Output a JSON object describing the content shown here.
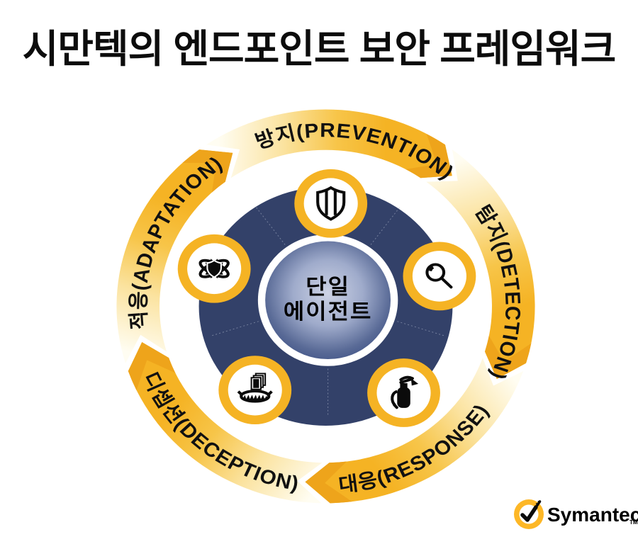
{
  "title": "시만텍의 엔드포인트 보안 프레임워크",
  "diagram": {
    "center_label": {
      "line1": "단일",
      "line2": "에이전트"
    },
    "segments": [
      {
        "id": "prevention",
        "label": "방지(PREVENTION)",
        "icon": "shield-icon"
      },
      {
        "id": "detection",
        "label": "탐지(DETECTION)",
        "icon": "magnifier-icon"
      },
      {
        "id": "response",
        "label": "대응(RESPONSE)",
        "icon": "fire-extinguisher-icon"
      },
      {
        "id": "deception",
        "label": "디셉션(DECEPTION)",
        "icon": "trap-documents-icon"
      },
      {
        "id": "adaptation",
        "label": "적응(ADAPTATION)",
        "icon": "orbit-shield-icon"
      }
    ]
  },
  "logo": {
    "brand": "Symantec",
    "tm": "TM"
  },
  "colors": {
    "gold": "#F5B324",
    "gold_mid": "#F7C549",
    "gold_light": "#FBE3A0",
    "gold_dark": "#EEA41B",
    "pale": "#FFFDF2",
    "navy": "#334169",
    "center_light": "#CDD3E5",
    "center_mid": "#9FABCB",
    "center_deep": "#5A6B97",
    "center_rim": "#3F5286",
    "logo_yellow": "#FDB726"
  }
}
